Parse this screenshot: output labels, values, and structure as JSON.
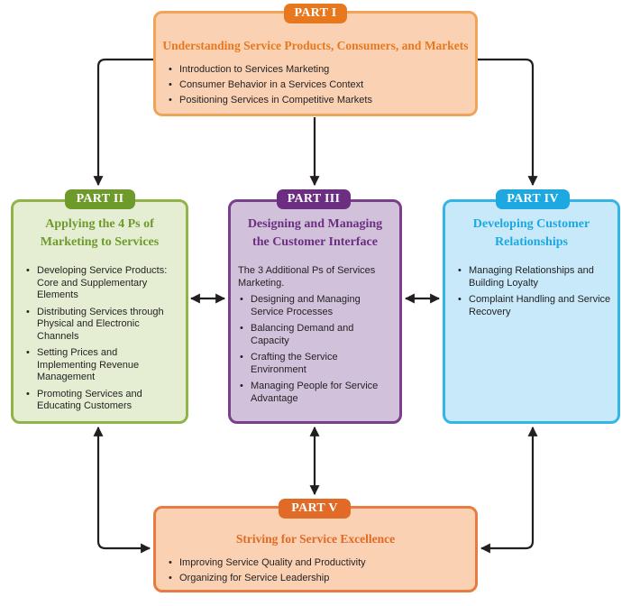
{
  "colors": {
    "part1_accent": "#e8781e",
    "part2_accent": "#6e9a2c",
    "part3_accent": "#6b2e80",
    "part4_accent": "#1da8e0",
    "part5_accent": "#e06a26",
    "arrow": "#231f20"
  },
  "parts": {
    "part1": {
      "tag": "PART I",
      "title": "Understanding Service Products, Consumers, and Markets",
      "items": [
        "Introduction to Services Marketing",
        "Consumer Behavior in a Services Context",
        "Positioning Services in Competitive Markets"
      ]
    },
    "part2": {
      "tag": "PART II",
      "title": [
        "Applying the 4 Ps of",
        "Marketing to Services"
      ],
      "items": [
        [
          "Developing Service Products:",
          "Core and Supplementary",
          "Elements"
        ],
        [
          "Distributing Services through",
          "Physical and Electronic",
          "Channels"
        ],
        [
          "Setting Prices and",
          "Implementing Revenue",
          "Management"
        ],
        [
          "Promoting Services and",
          "Educating Customers"
        ]
      ]
    },
    "part3": {
      "tag": "PART III",
      "title": [
        "Designing and Managing",
        "the Customer Interface"
      ],
      "intro": [
        "The 3 Additional Ps of Services",
        "Marketing."
      ],
      "items": [
        [
          "Designing and Managing",
          "Service Processes"
        ],
        [
          "Balancing Demand and",
          "Capacity"
        ],
        [
          "Crafting the Service",
          "Environment"
        ],
        [
          "Managing People for Service",
          "Advantage"
        ]
      ]
    },
    "part4": {
      "tag": "PART IV",
      "title": [
        "Developing Customer",
        "Relationships"
      ],
      "items": [
        [
          "Managing Relationships and",
          "Building Loyalty"
        ],
        [
          "Complaint Handling and Service",
          "Recovery"
        ]
      ]
    },
    "part5": {
      "tag": "PART V",
      "title": "Striving for Service Excellence",
      "items": [
        "Improving Service Quality and Productivity",
        "Organizing for Service Leadership"
      ]
    }
  }
}
